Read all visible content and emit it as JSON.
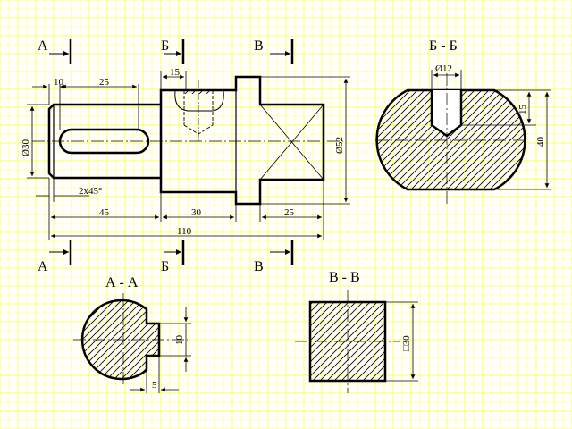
{
  "colors": {
    "background": "#ffffff",
    "grid": "#ffff66",
    "outline": "#000000"
  },
  "section_cuts": {
    "a_top": "А",
    "b_top": "Б",
    "v_top": "В",
    "a_bottom": "А",
    "b_bottom": "Б",
    "v_bottom": "В"
  },
  "section_titles": {
    "bb": "Б - Б",
    "aa": "А - А",
    "vv": "В - В"
  },
  "main_view": {
    "dim_10": "10",
    "dim_25_top": "25",
    "dim_15": "15",
    "dim_d30": "Ø30",
    "dim_d52": "Ø52",
    "chamfer": "2x45°",
    "dim_45": "45",
    "dim_30": "30",
    "dim_25_bottom": "25",
    "dim_110": "110"
  },
  "section_bb": {
    "dim_d12": "Ø12",
    "dim_15": "15",
    "dim_40": "40"
  },
  "section_aa": {
    "dim_10": "10",
    "dim_5": "5"
  },
  "section_vv": {
    "dim_sq30": "□30"
  }
}
